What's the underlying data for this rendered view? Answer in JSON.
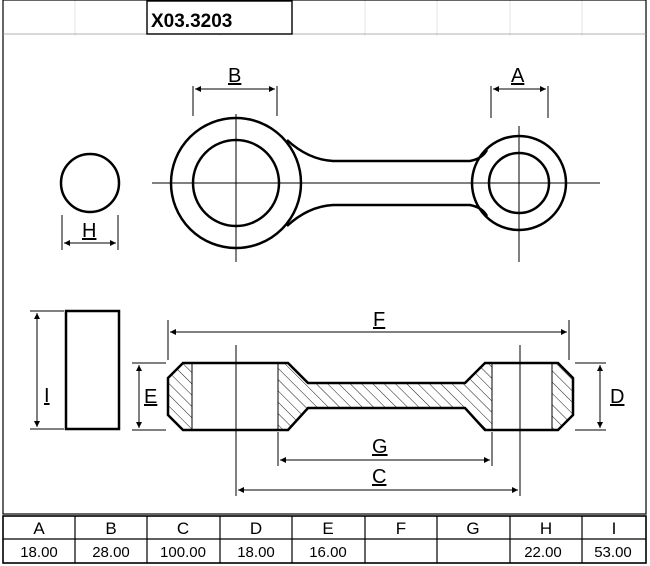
{
  "part_number": "X03.3203",
  "dimension_labels": {
    "A": "A",
    "B": "B",
    "C": "C",
    "D": "D",
    "E": "E",
    "F": "F",
    "G": "G",
    "H": "H",
    "I": "I"
  },
  "table": {
    "headers": [
      "A",
      "B",
      "C",
      "D",
      "E",
      "F",
      "G",
      "H",
      "I"
    ],
    "values": [
      "18.00",
      "28.00",
      "100.00",
      "18.00",
      "16.00",
      "",
      "",
      "22.00",
      "53.00"
    ]
  }
}
